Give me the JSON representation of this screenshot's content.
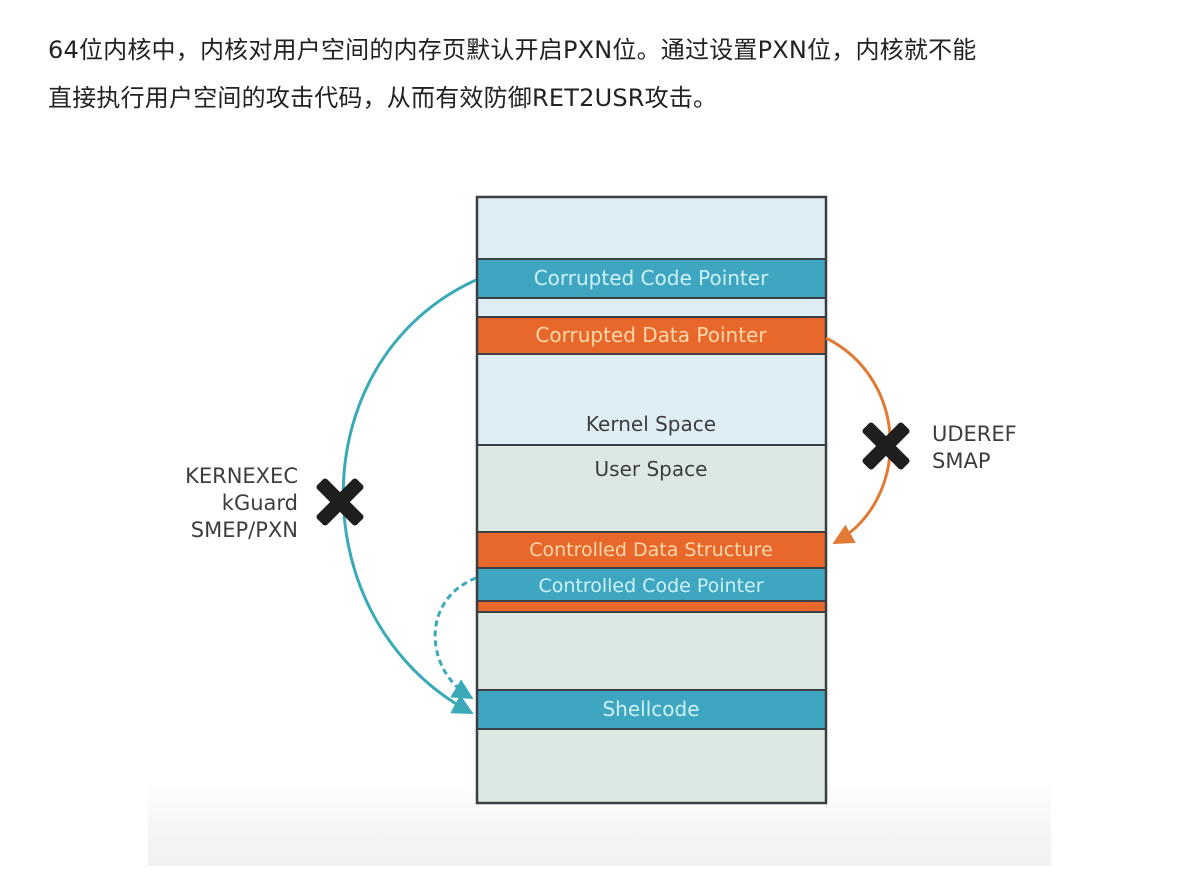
{
  "paragraph": {
    "line1": "64位内核中，内核对用户空间的内存页默认开启PXN位。通过设置PXN位，内核就不能",
    "line2": "直接执行用户空间的攻击代码，从而有效防御RET2USR攻击。"
  },
  "diagram": {
    "colors": {
      "teal": "#3fa6c2",
      "teal_text": "#cdf2f7",
      "orange": "#e8682b",
      "orange_text": "#fcd8aa",
      "kernel_bg": "#dfeef5",
      "user_bg": "#dce9e2",
      "border": "#3a3f44",
      "teal_arrow": "#3aa9b8",
      "orange_arrow": "#e07a34",
      "cross": "#1e1e1e",
      "label_text": "#3d3d3d"
    },
    "regions": {
      "kernel_label": "Kernel Space",
      "user_label": "User Space"
    },
    "bands": {
      "corrupted_code_pointer": "Corrupted Code Pointer",
      "corrupted_data_pointer": "Corrupted Data Pointer",
      "controlled_data_structure": "Controlled Data Structure",
      "controlled_code_pointer": "Controlled Code Pointer",
      "shellcode": "Shellcode"
    },
    "left_mitigations": [
      "KERNEXEC",
      "kGuard",
      "SMEP/PXN"
    ],
    "right_mitigations": [
      "UDEREF",
      "SMAP"
    ]
  }
}
